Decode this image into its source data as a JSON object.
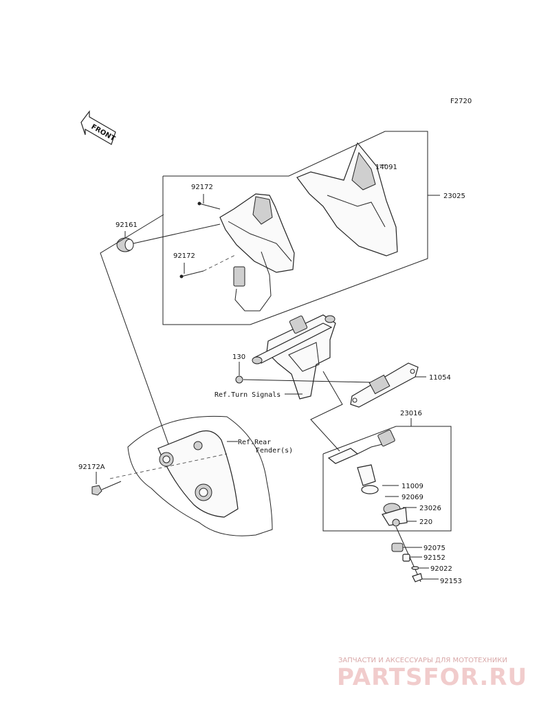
{
  "figure_code": "F2720",
  "front_label": "FRONT",
  "parts": {
    "p14091": "14091",
    "p23025": "23025",
    "p92172_top": "92172",
    "p92172_mid": "92172",
    "p92161": "92161",
    "p130": "130",
    "p11054": "11054",
    "p23016": "23016",
    "p11009": "11009",
    "p92069": "92069",
    "p23026": "23026",
    "p220": "220",
    "p92075": "92075",
    "p92152": "92152",
    "p92022": "92022",
    "p92153": "92153",
    "p92172A": "92172A"
  },
  "refs": {
    "turn_signals": "Ref.Turn Signals",
    "rear_fender_1": "Ref.Rear",
    "rear_fender_2": "Fender(s)"
  },
  "watermark": {
    "tagline": "ЗАПЧАСТИ И АКСЕССУАРЫ ДЛЯ МОТОТЕХНИКИ",
    "brand": "PARTSFOR.RU"
  }
}
